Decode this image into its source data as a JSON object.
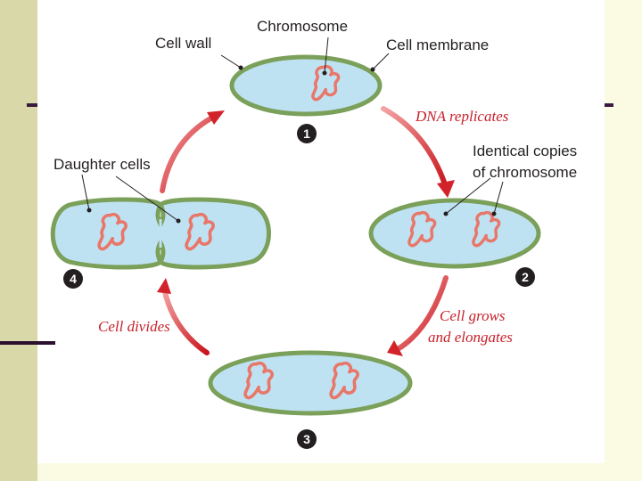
{
  "labels": {
    "chromosome": "Chromosome",
    "cell_wall": "Cell wall",
    "cell_membrane": "Cell membrane",
    "daughter_cells": "Daughter cells",
    "identical_copies_line1": "Identical copies",
    "identical_copies_line2": "of chromosome"
  },
  "steps": {
    "dna_replicates": "DNA replicates",
    "cell_grows_line1": "Cell grows",
    "cell_grows_line2": "and elongates",
    "cell_divides": "Cell divides"
  },
  "stage_numbers": [
    "1",
    "2",
    "3",
    "4"
  ],
  "colors": {
    "cell_fill": "#bfe2f2",
    "cell_wall": "#7aa05a",
    "chromosome": "#e8776a",
    "arrow": "#d2232a",
    "label_text": "#231f20",
    "step_text": "#c8202a",
    "slide_background": "#fbfbe3",
    "slide_band": "#d8d8a8"
  }
}
